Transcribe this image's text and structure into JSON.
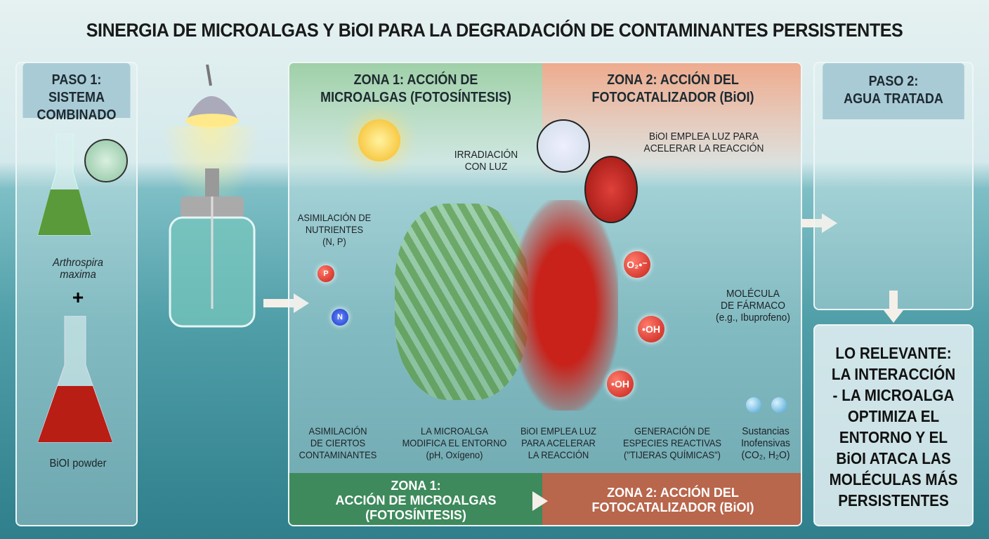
{
  "title": "SINERGIA DE MICROALGAS Y BiOI PARA LA DEGRADACIÓN DE CONTAMINANTES PERSISTENTES",
  "step1": {
    "header": [
      "PASO 1:",
      "SISTEMA COMBINADO"
    ],
    "organism": [
      "Arthrospira",
      "maxima"
    ],
    "plus": "+",
    "powder": "BiOI powder"
  },
  "zone1": {
    "header": [
      "ZONA 1: ACCIÓN DE",
      "MICROALGAS (FOTOSÍNTESIS)"
    ],
    "irradiation": [
      "IRRADIACIÓN",
      "CON LUZ"
    ],
    "nutrients": [
      "ASIMILACIÓN DE",
      "NUTRIENTES",
      "(N, P)"
    ],
    "atoms": {
      "p": "P",
      "n": "N"
    },
    "contaminants": [
      "ASIMILACIÓN",
      "DE CIERTOS",
      "CONTAMINANTES"
    ],
    "environment": [
      "LA MICROALGA",
      "MODIFICA EL ENTORNO",
      "(pH, Oxígeno)"
    ]
  },
  "zone2": {
    "header": [
      "ZONA 2: ACCIÓN DEL",
      "FOTOCATALIZADOR (BiOI)"
    ],
    "light_note": [
      "BiOI EMPLEA LUZ PARA",
      "ACELERAR LA REACCIÓN"
    ],
    "radicals": [
      "O₂•⁻",
      "•OH",
      "•OH"
    ],
    "drug": [
      "MOLÉCULA",
      "DE FÁRMACO",
      "(e.g., Ibuprofeno)"
    ],
    "bioi_bottom": [
      "BiOI EMPLEA LUZ",
      "PARA ACELERAR",
      "LA REACCIÓN"
    ],
    "species": [
      "GENERACIÓN DE",
      "ESPECIES REACTIVAS",
      "(\"TIJERAS QUÍMICAS\")"
    ],
    "harmless": [
      "Sustancias",
      "Inofensivas",
      "(CO₂, H₂O)"
    ]
  },
  "bottom_bar": {
    "zone1": [
      "ZONA 1:",
      "ACCIÓN DE MICROALGAS",
      "(FOTOSÍNTESIS)"
    ],
    "zone2": [
      "ZONA 2: ACCIÓN DEL",
      "FOTOCATALIZADOR (BiOI)"
    ]
  },
  "step2": {
    "header": [
      "PASO 2:",
      "AGUA TRATADA"
    ]
  },
  "conclusion": [
    "LO RELEVANTE:",
    "LA INTERACCIÓN",
    "- LA MICROALGA",
    "OPTIMIZA EL",
    "ENTORNO Y EL",
    "BiOI ATACA LAS",
    "MOLÉCULAS MÁS",
    "PERSISTENTES"
  ],
  "colors": {
    "zone1": "#5fa878",
    "zone2": "#d98a6a",
    "bioi": "#c8221a",
    "algae": "#5a9a3a"
  }
}
